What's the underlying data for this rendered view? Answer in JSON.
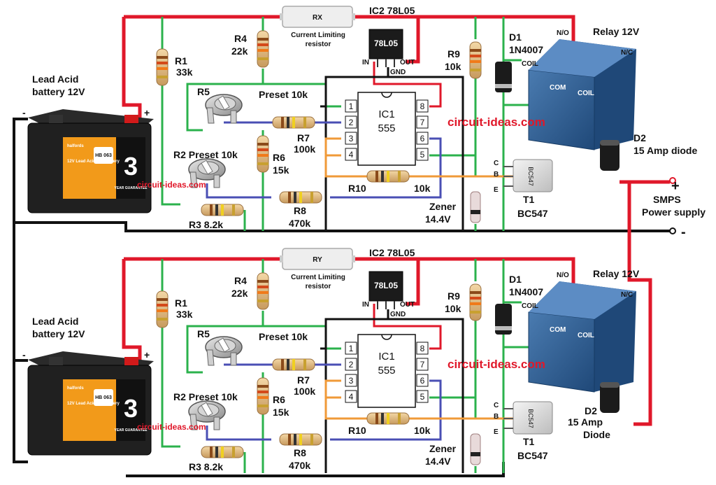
{
  "shared": {
    "smps_plus": "+",
    "smps_label_1": "SMPS",
    "smps_label_2": "Power supply",
    "smps_minus": "-"
  },
  "channels": [
    {
      "rx_label": "RX",
      "limit_label_1": "Current Limiting",
      "limit_label_2": "resistor",
      "reg_label": "IC2 78L05",
      "reg_chip": "78L05",
      "reg_in": "IN",
      "reg_out": "OUT",
      "reg_gnd": "GND",
      "battery_label_1": "Lead Acid",
      "battery_label_2": "battery 12V",
      "battery_minus": "-",
      "battery_plus": "+",
      "battery_brand": "halfords",
      "battery_type": "12V Lead Acid Car Battery",
      "battery_code": "HB 063",
      "battery_years": "3",
      "battery_guarantee": "YEAR GUARANTEE",
      "r1": "R1",
      "r1_val": "33k",
      "r4": "R4",
      "r4_val": "22k",
      "r5": "R5",
      "preset": "Preset 10k",
      "r7": "R7",
      "r7_val": "100k",
      "r6": "R6",
      "r6_val": "15k",
      "r2": "R2 Preset 10k",
      "r3": "R3 8.2k",
      "r8": "R8",
      "r8_val": "470k",
      "r10": "R10",
      "r10_val": "10k",
      "r9": "R9",
      "r9_val": "10k",
      "zener_1": "Zener",
      "zener_2": "14.4V",
      "ic_1": "IC1",
      "ic_2": "555",
      "pins": [
        "1",
        "2",
        "3",
        "4",
        "8",
        "7",
        "6",
        "5"
      ],
      "d1": "D1",
      "d1_val": "1N4007",
      "relay": "Relay 12V",
      "no": "N/O",
      "nc": "N/C",
      "coil": "COIL",
      "com": "COM",
      "coil2": "COIL",
      "t1": "T1",
      "t1_val": "BC547",
      "t1_c": "C",
      "t1_b": "B",
      "t1_e": "E",
      "t1_mark": "BC547",
      "d2": "D2",
      "d2_val_1": "15 Amp diode",
      "d2_val_2": "",
      "watermark_main": "circuit-ideas.com",
      "watermark_small": "circuit-ideas.com"
    },
    {
      "rx_label": "RY",
      "limit_label_1": "Current Limiting",
      "limit_label_2": "resistor",
      "reg_label": "IC2 78L05",
      "reg_chip": "78L05",
      "reg_in": "IN",
      "reg_out": "OUT",
      "reg_gnd": "GND",
      "battery_label_1": "Lead Acid",
      "battery_label_2": "battery 12V",
      "battery_minus": "-",
      "battery_plus": "+",
      "battery_brand": "halfords",
      "battery_type": "12V Lead Acid Car Battery",
      "battery_code": "HB 063",
      "battery_years": "3",
      "battery_guarantee": "YEAR GUARANTEE",
      "r1": "R1",
      "r1_val": "33k",
      "r4": "R4",
      "r4_val": "22k",
      "r5": "R5",
      "preset": "Preset 10k",
      "r7": "R7",
      "r7_val": "100k",
      "r6": "R6",
      "r6_val": "15k",
      "r2": "R2 Preset 10k",
      "r3": "R3 8.2k",
      "r8": "R8",
      "r8_val": "470k",
      "r10": "R10",
      "r10_val": "10k",
      "r9": "R9",
      "r9_val": "10k",
      "zener_1": "Zener",
      "zener_2": "14.4V",
      "ic_1": "IC1",
      "ic_2": "555",
      "pins": [
        "1",
        "2",
        "3",
        "4",
        "8",
        "7",
        "6",
        "5"
      ],
      "d1": "D1",
      "d1_val": "1N4007",
      "relay": "Relay 12V",
      "no": "N/O",
      "nc": "N/C",
      "coil": "COIL",
      "com": "COM",
      "coil2": "COIL",
      "t1": "T1",
      "t1_val": "BC547",
      "t1_c": "C",
      "t1_b": "B",
      "t1_e": "E",
      "t1_mark": "BC547",
      "d2": "D2",
      "d2_val_1": "15 Amp",
      "d2_val_2": "Diode",
      "watermark_main": "circuit-ideas.com",
      "watermark_small": "circuit-ideas.com"
    }
  ]
}
